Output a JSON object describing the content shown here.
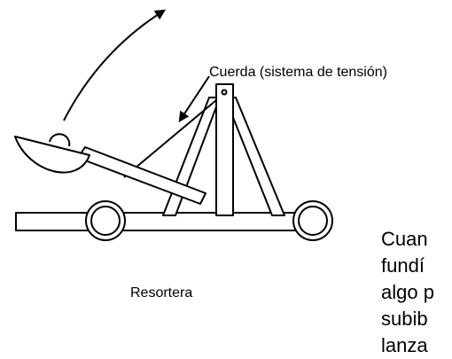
{
  "labels": {
    "rope": "Cuerda (sistema de tensión)",
    "caption": "Resortera"
  },
  "paragraph_lines": [
    "Cuan",
    "fundí",
    "algo p",
    "subib",
    "lanza"
  ],
  "colors": {
    "stroke": "#000000",
    "fill": "#ffffff"
  },
  "icons": [
    "curved-arrow-up-icon",
    "pointer-arrow-icon"
  ]
}
